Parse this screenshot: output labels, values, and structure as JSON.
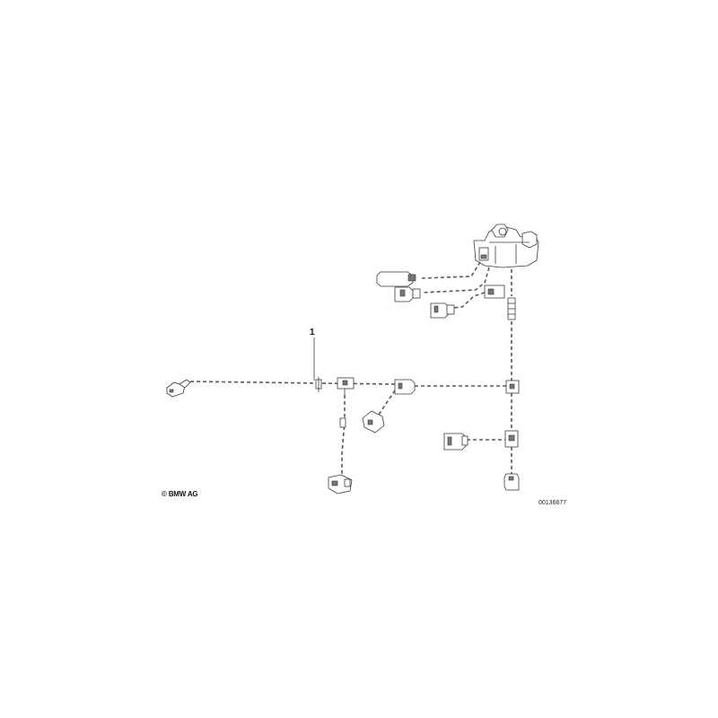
{
  "diagram": {
    "callout_label": "1",
    "copyright": "© BMW AG",
    "part_number": "00136677"
  },
  "colors": {
    "line": "#3a3a3a",
    "background": "#ffffff"
  }
}
